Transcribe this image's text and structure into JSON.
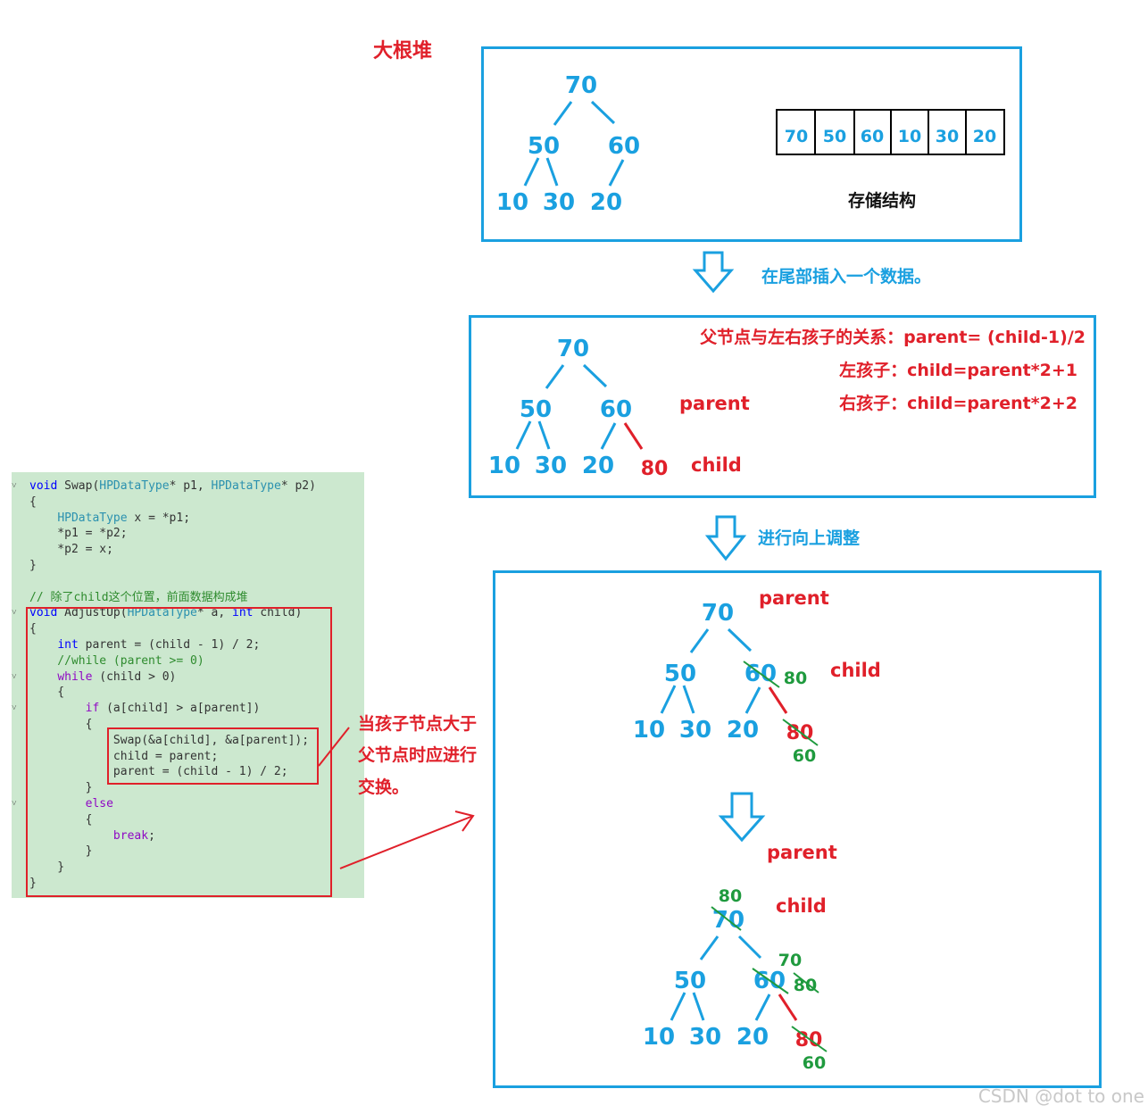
{
  "colors": {
    "blue": "#1aa0e0",
    "red": "#e0202a",
    "green": "#1f9a3e",
    "code_bg": "#cce8cf"
  },
  "title": "大根堆",
  "storage_label": "存储结构",
  "array_values": [
    "70",
    "50",
    "60",
    "10",
    "30",
    "20"
  ],
  "step1_label": "在尾部插入一个数据。",
  "step2_label": "进行向上调整",
  "relation": {
    "line1": "父节点与左右孩子的关系：parent= (child-1)/2",
    "line2": "左孩子：child=parent*2+1",
    "line3": "右孩子：child=parent*2+2"
  },
  "labels": {
    "parent": "parent",
    "child": "child"
  },
  "swap_note": [
    "当孩子节点大于",
    "父节点时应进行",
    "交换。"
  ],
  "tree1": {
    "root": "70",
    "l": "50",
    "r": "60",
    "ll": "10",
    "lr": "30",
    "rl": "20"
  },
  "tree2": {
    "root": "70",
    "l": "50",
    "r": "60",
    "ll": "10",
    "lr": "30",
    "rl": "20",
    "new": "80"
  },
  "tree3": {
    "root": "70",
    "l": "50",
    "r": "60",
    "ll": "10",
    "lr": "30",
    "rl": "20",
    "new": "80",
    "r_new": "80",
    "new_new": "60"
  },
  "tree4": {
    "root": "70",
    "l": "50",
    "r": "60",
    "ll": "10",
    "lr": "30",
    "rl": "20",
    "new": "80",
    "root_new": "80",
    "r_new1": "70",
    "r_new2": "80",
    "new_new": "60"
  },
  "code_lines": [
    "void Swap(HPDataType* p1, HPDataType* p2)",
    "{",
    "    HPDataType x = *p1;",
    "    *p1 = *p2;",
    "    *p2 = x;",
    "}",
    "",
    "// 除了child这个位置，前面数据构成堆",
    "void AdjustUp(HPDataType* a, int child)",
    "{",
    "    int parent = (child - 1) / 2;",
    "    //while (parent >= 0)",
    "    while (child > 0)",
    "    {",
    "        if (a[child] > a[parent])",
    "        {",
    "            Swap(&a[child], &a[parent]);",
    "            child = parent;",
    "            parent = (child - 1) / 2;",
    "        }",
    "        else",
    "        {",
    "            break;",
    "        }",
    "    }",
    "}"
  ],
  "watermark": "CSDN @dot to one"
}
